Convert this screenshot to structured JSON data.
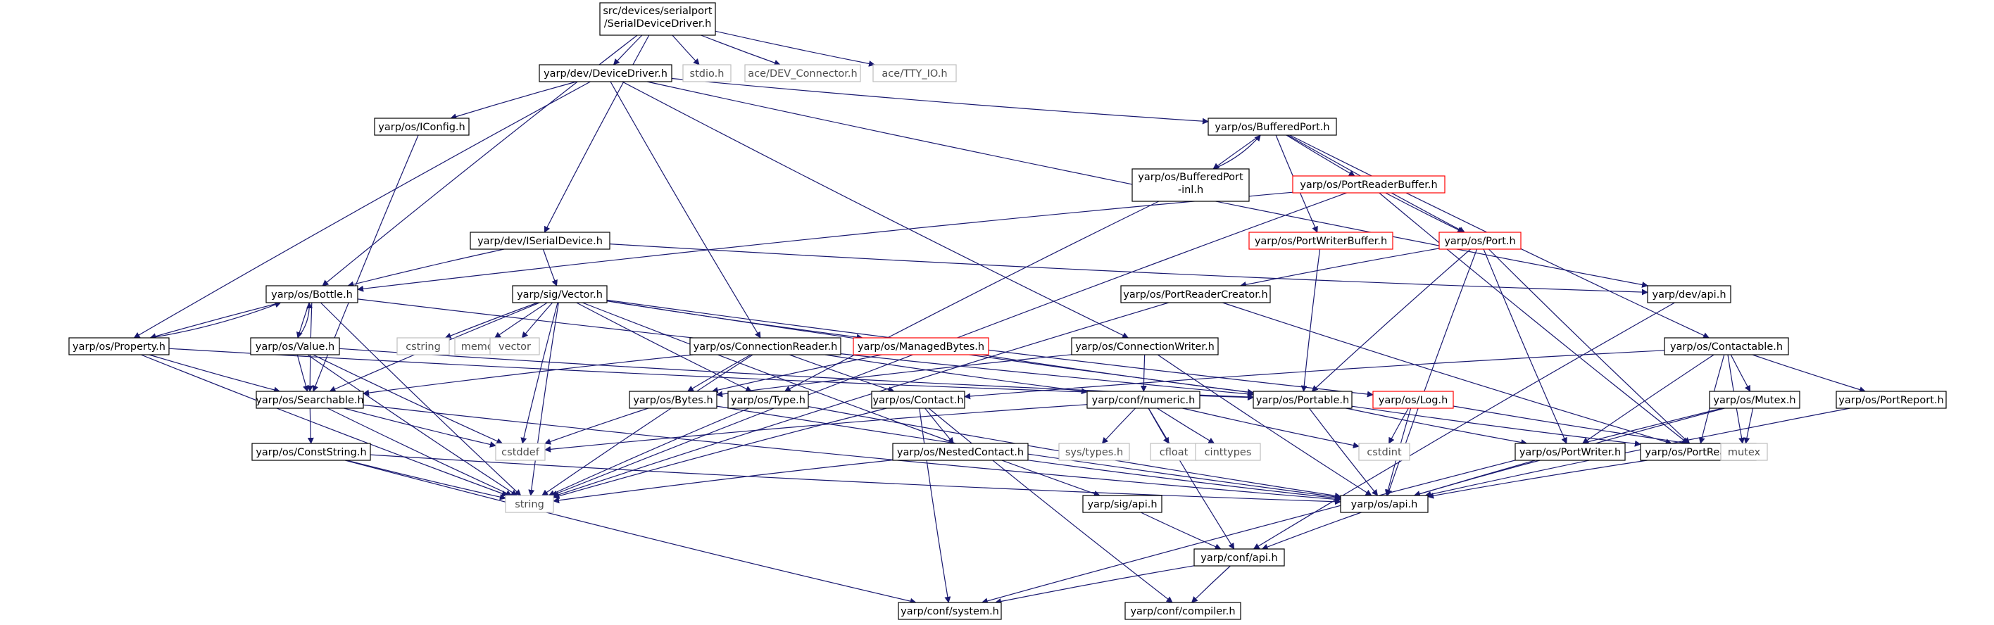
{
  "colors": {
    "edge": "#191970",
    "border_normal": "#000000",
    "border_red": "#ff0000",
    "border_system": "#bfbfbf",
    "root_fill": "#bfbfbf",
    "text": "#000000",
    "system_text": "#4d4d4d"
  },
  "nodes": {
    "root": {
      "line1": "src/devices/serialport",
      "line2": "/SerialDeviceDriver.h"
    },
    "devicedriver": {
      "label": "yarp/dev/DeviceDriver.h"
    },
    "stdio": {
      "label": "stdio.h"
    },
    "dev_connector": {
      "label": "ace/DEV_Connector.h"
    },
    "tty_io": {
      "label": "ace/TTY_IO.h"
    },
    "iconfig": {
      "label": "yarp/os/IConfig.h"
    },
    "bufferedport": {
      "label": "yarp/os/BufferedPort.h"
    },
    "bufferedport_inl": {
      "line1": "yarp/os/BufferedPort",
      "line2": "-inl.h"
    },
    "portreaderbuffer": {
      "label": "yarp/os/PortReaderBuffer.h"
    },
    "iserialdevice": {
      "label": "yarp/dev/ISerialDevice.h"
    },
    "portwriterbuffer": {
      "label": "yarp/os/PortWriterBuffer.h"
    },
    "port": {
      "label": "yarp/os/Port.h"
    },
    "bottle": {
      "label": "yarp/os/Bottle.h"
    },
    "vector": {
      "label": "yarp/sig/Vector.h"
    },
    "portreadercreator": {
      "label": "yarp/os/PortReaderCreator.h"
    },
    "devapi": {
      "label": "yarp/dev/api.h"
    },
    "property": {
      "label": "yarp/os/Property.h"
    },
    "value": {
      "label": "yarp/os/Value.h"
    },
    "cstring": {
      "label": "cstring"
    },
    "memory": {
      "label": "memory"
    },
    "vector_std": {
      "label": "vector"
    },
    "connectionreader": {
      "label": "yarp/os/ConnectionReader.h"
    },
    "managedbytes": {
      "label": "yarp/os/ManagedBytes.h"
    },
    "connectionwriter": {
      "label": "yarp/os/ConnectionWriter.h"
    },
    "contactable": {
      "label": "yarp/os/Contactable.h"
    },
    "searchable": {
      "label": "yarp/os/Searchable.h"
    },
    "bytes": {
      "label": "yarp/os/Bytes.h"
    },
    "type": {
      "label": "yarp/os/Type.h"
    },
    "contact": {
      "label": "yarp/os/Contact.h"
    },
    "numeric": {
      "label": "yarp/conf/numeric.h"
    },
    "portable": {
      "label": "yarp/os/Portable.h"
    },
    "log": {
      "label": "yarp/os/Log.h"
    },
    "mutex_h": {
      "label": "yarp/os/Mutex.h"
    },
    "portreport": {
      "label": "yarp/os/PortReport.h"
    },
    "cstddef": {
      "label": "cstddef"
    },
    "conststring": {
      "label": "yarp/os/ConstString.h"
    },
    "nestedcontact": {
      "label": "yarp/os/NestedContact.h"
    },
    "systypes": {
      "label": "sys/types.h"
    },
    "cfloat": {
      "label": "cfloat"
    },
    "cinttypes": {
      "label": "cinttypes"
    },
    "cstdint": {
      "label": "cstdint"
    },
    "portwriter": {
      "label": "yarp/os/PortWriter.h"
    },
    "portreader": {
      "label": "yarp/os/PortReader.h"
    },
    "mutex_std": {
      "label": "mutex"
    },
    "string_std": {
      "label": "string"
    },
    "sigapi": {
      "label": "yarp/sig/api.h"
    },
    "osapi": {
      "label": "yarp/os/api.h"
    },
    "confapi": {
      "label": "yarp/conf/api.h"
    },
    "system": {
      "label": "yarp/conf/system.h"
    },
    "compiler": {
      "label": "yarp/conf/compiler.h"
    }
  }
}
